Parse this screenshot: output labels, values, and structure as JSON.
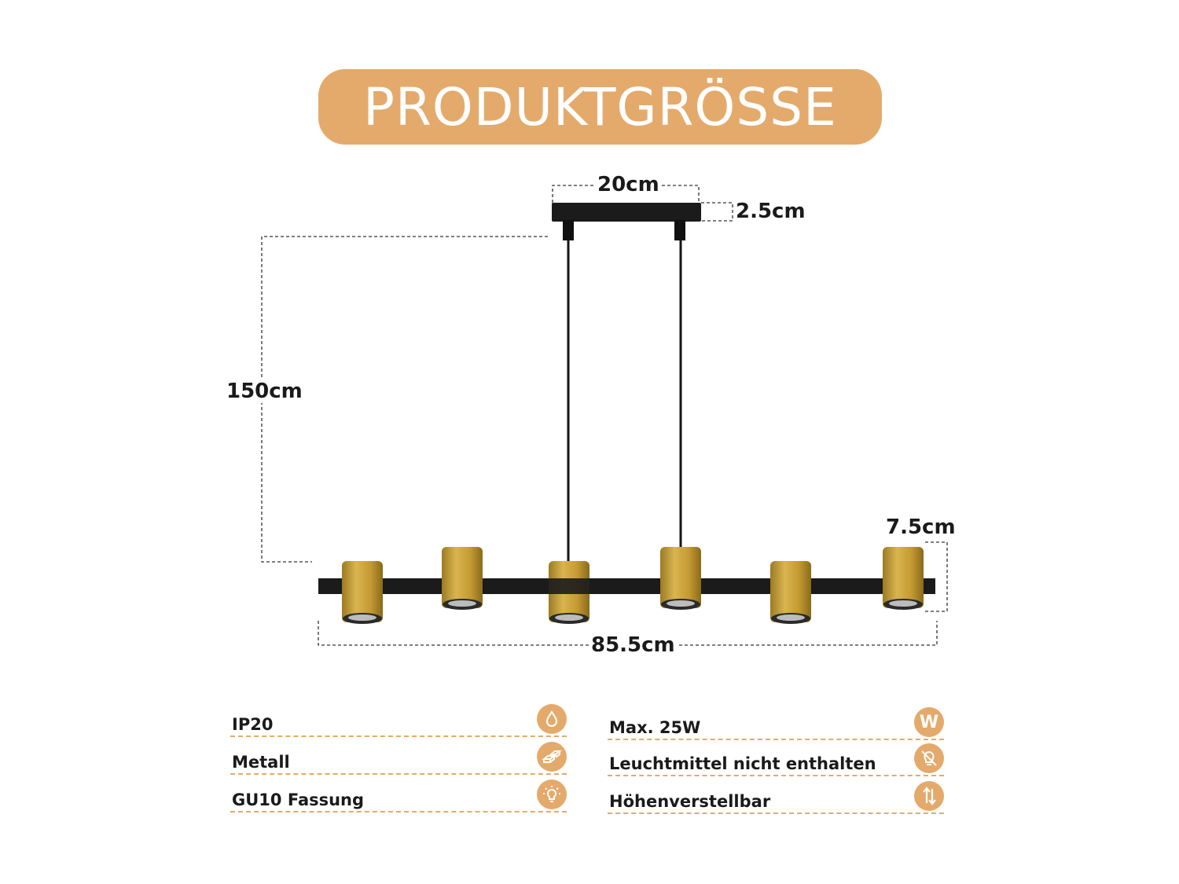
{
  "title": "PRODUKTGRÖSSE",
  "dimensions": {
    "canopy_width": "20cm",
    "canopy_height": "2.5cm",
    "hanging_height": "150cm",
    "spot_height": "7.5cm",
    "total_length": "85.5cm"
  },
  "specs_left": [
    {
      "label": "IP20",
      "icon": "water-drop-icon"
    },
    {
      "label": "Metall",
      "icon": "metal-bars-icon"
    },
    {
      "label": "GU10 Fassung",
      "icon": "light-bulb-icon"
    }
  ],
  "specs_right": [
    {
      "label": "Max. 25W",
      "icon": "watt-icon",
      "icon_text": "W"
    },
    {
      "label": "Leuchtmittel nicht enthalten",
      "icon": "no-bulb-icon"
    },
    {
      "label": "Höhenverstellbar",
      "icon": "height-adjust-icon"
    }
  ],
  "colors": {
    "accent": "#e4aa6b",
    "fixture_black": "#1b1b1b",
    "spot_gold": "#c9a23a"
  }
}
